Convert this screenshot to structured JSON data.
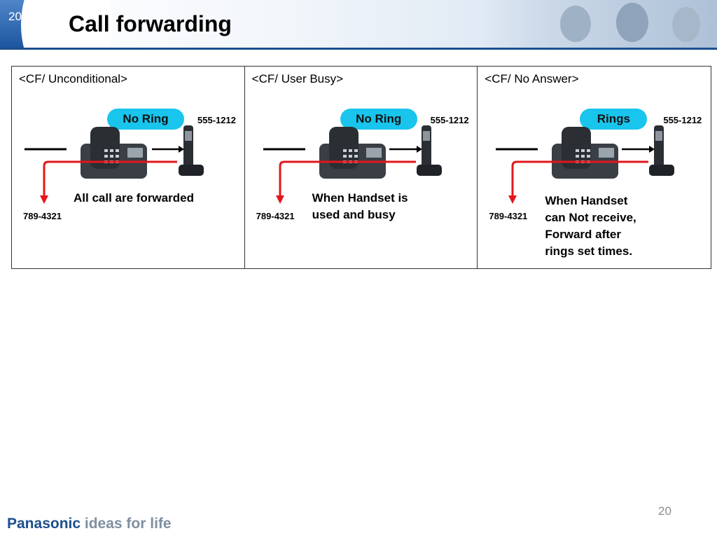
{
  "header": {
    "slide_number": "20",
    "title": "Call forwarding"
  },
  "panels": [
    {
      "title": "<CF/ Unconditional>",
      "status": "No Ring",
      "number_top": "555-1212",
      "number_forward": "789-4321",
      "caption_lines": [
        "All call are forwarded"
      ]
    },
    {
      "title": "<CF/ User Busy>",
      "status": "No Ring",
      "number_top": "555-1212",
      "number_forward": "789-4321",
      "caption_lines": [
        "When Handset is",
        "used and busy"
      ]
    },
    {
      "title": "<CF/ No Answer>",
      "status": "Rings",
      "number_top": "555-1212",
      "number_forward": "789-4321",
      "caption_lines": [
        "When Handset",
        "can Not receive,",
        "Forward after",
        "rings set times."
      ]
    }
  ],
  "footer": {
    "page_number": "20",
    "brand": "Panasonic",
    "tagline": "ideas for life"
  },
  "colors": {
    "accent_blue": "#1c4f8e",
    "pill": "#19c5ec",
    "forward_line": "#e3161b"
  }
}
